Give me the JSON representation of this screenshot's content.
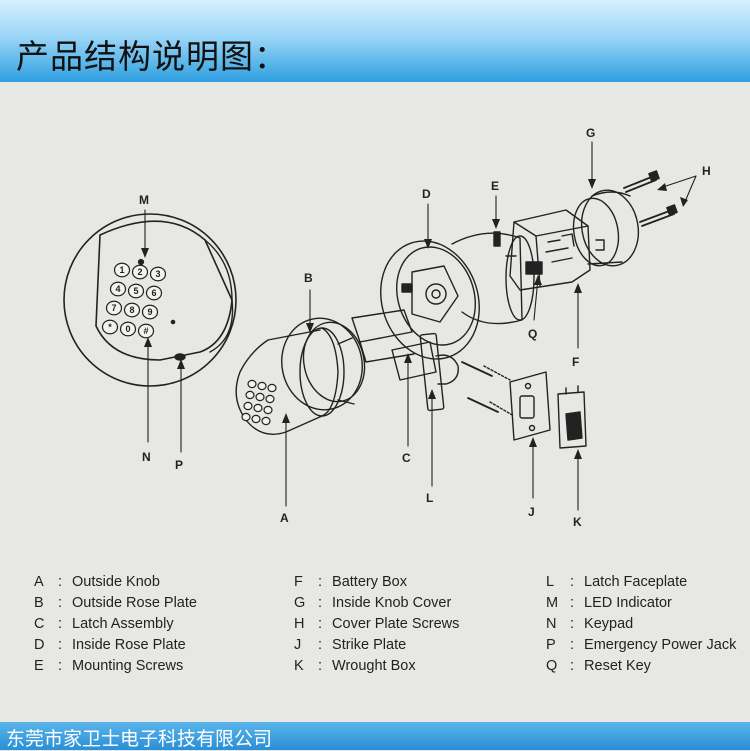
{
  "header": {
    "title": "产品结构说明图："
  },
  "callouts": [
    "M",
    "B",
    "D",
    "E",
    "G",
    "H",
    "Q",
    "F",
    "C",
    "L",
    "J",
    "K",
    "N",
    "P",
    "A"
  ],
  "legend": {
    "col1": [
      {
        "key": "A",
        "text": "Outside Knob"
      },
      {
        "key": "B",
        "text": "Outside Rose Plate"
      },
      {
        "key": "C",
        "text": "Latch Assembly"
      },
      {
        "key": "D",
        "text": "Inside Rose Plate"
      },
      {
        "key": "E",
        "text": "Mounting Screws"
      }
    ],
    "col2": [
      {
        "key": "F",
        "text": "Battery Box"
      },
      {
        "key": "G",
        "text": "Inside Knob Cover"
      },
      {
        "key": "H",
        "text": "Cover Plate Screws"
      },
      {
        "key": "J",
        "text": "Strike Plate"
      },
      {
        "key": "K",
        "text": "Wrought Box"
      }
    ],
    "col3": [
      {
        "key": "L",
        "text": "Latch Faceplate"
      },
      {
        "key": "M",
        "text": "LED Indicator"
      },
      {
        "key": "N",
        "text": "Keypad"
      },
      {
        "key": "P",
        "text": "Emergency Power Jack"
      },
      {
        "key": "Q",
        "text": "Reset Key"
      }
    ],
    "separator": ":"
  },
  "keypad": {
    "keys": [
      "1",
      "2",
      "3",
      "4",
      "5",
      "6",
      "7",
      "8",
      "9",
      "*",
      "0",
      "#"
    ]
  },
  "footer": {
    "company": "东莞市家卫士电子科技有限公司"
  }
}
